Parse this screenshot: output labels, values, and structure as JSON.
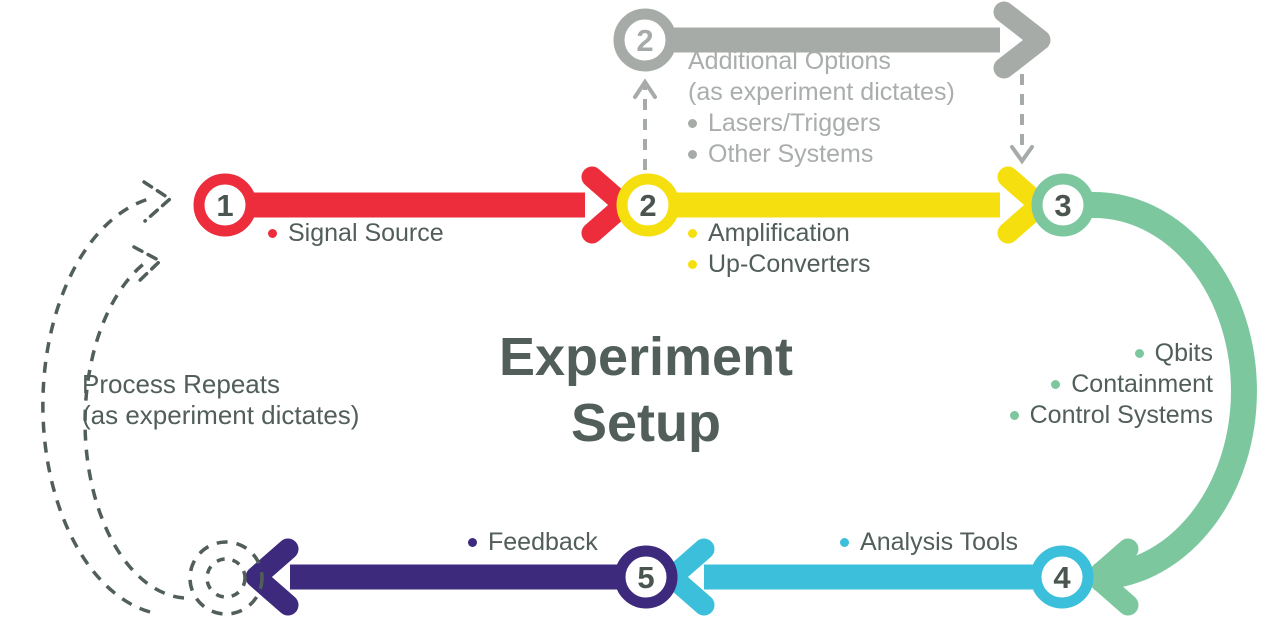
{
  "title": {
    "line1": "Experiment",
    "line2": "Setup"
  },
  "colors": {
    "red": "#EE2D3C",
    "yellow": "#F5DF0E",
    "green": "#7DC79F",
    "cyan": "#3BBFDB",
    "purple": "#3E2A7C",
    "gray": "#A7ABA8",
    "dark": "#515E59",
    "number": "#4A5550"
  },
  "steps": [
    {
      "number": "1",
      "color": "#EE2D3C",
      "labels": [
        "Signal Source"
      ]
    },
    {
      "number": "2",
      "color": "#F5DF0E",
      "labels": [
        "Amplification",
        "Up-Converters"
      ]
    },
    {
      "number": "3",
      "color": "#7DC79F",
      "labels": [
        "Qbits",
        "Containment",
        "Control Systems"
      ]
    },
    {
      "number": "4",
      "color": "#3BBFDB",
      "labels": [
        "Analysis Tools"
      ]
    },
    {
      "number": "5",
      "color": "#3E2A7C",
      "labels": [
        "Feedback"
      ]
    }
  ],
  "branch": {
    "number": "2",
    "color": "#A7ABA8",
    "title": "Additional Options",
    "subtitle": "(as experiment dictates)",
    "items": [
      "Lasers/Triggers",
      "Other Systems"
    ]
  },
  "repeat_note": {
    "line1": "Process Repeats",
    "line2": "(as experiment dictates)"
  }
}
